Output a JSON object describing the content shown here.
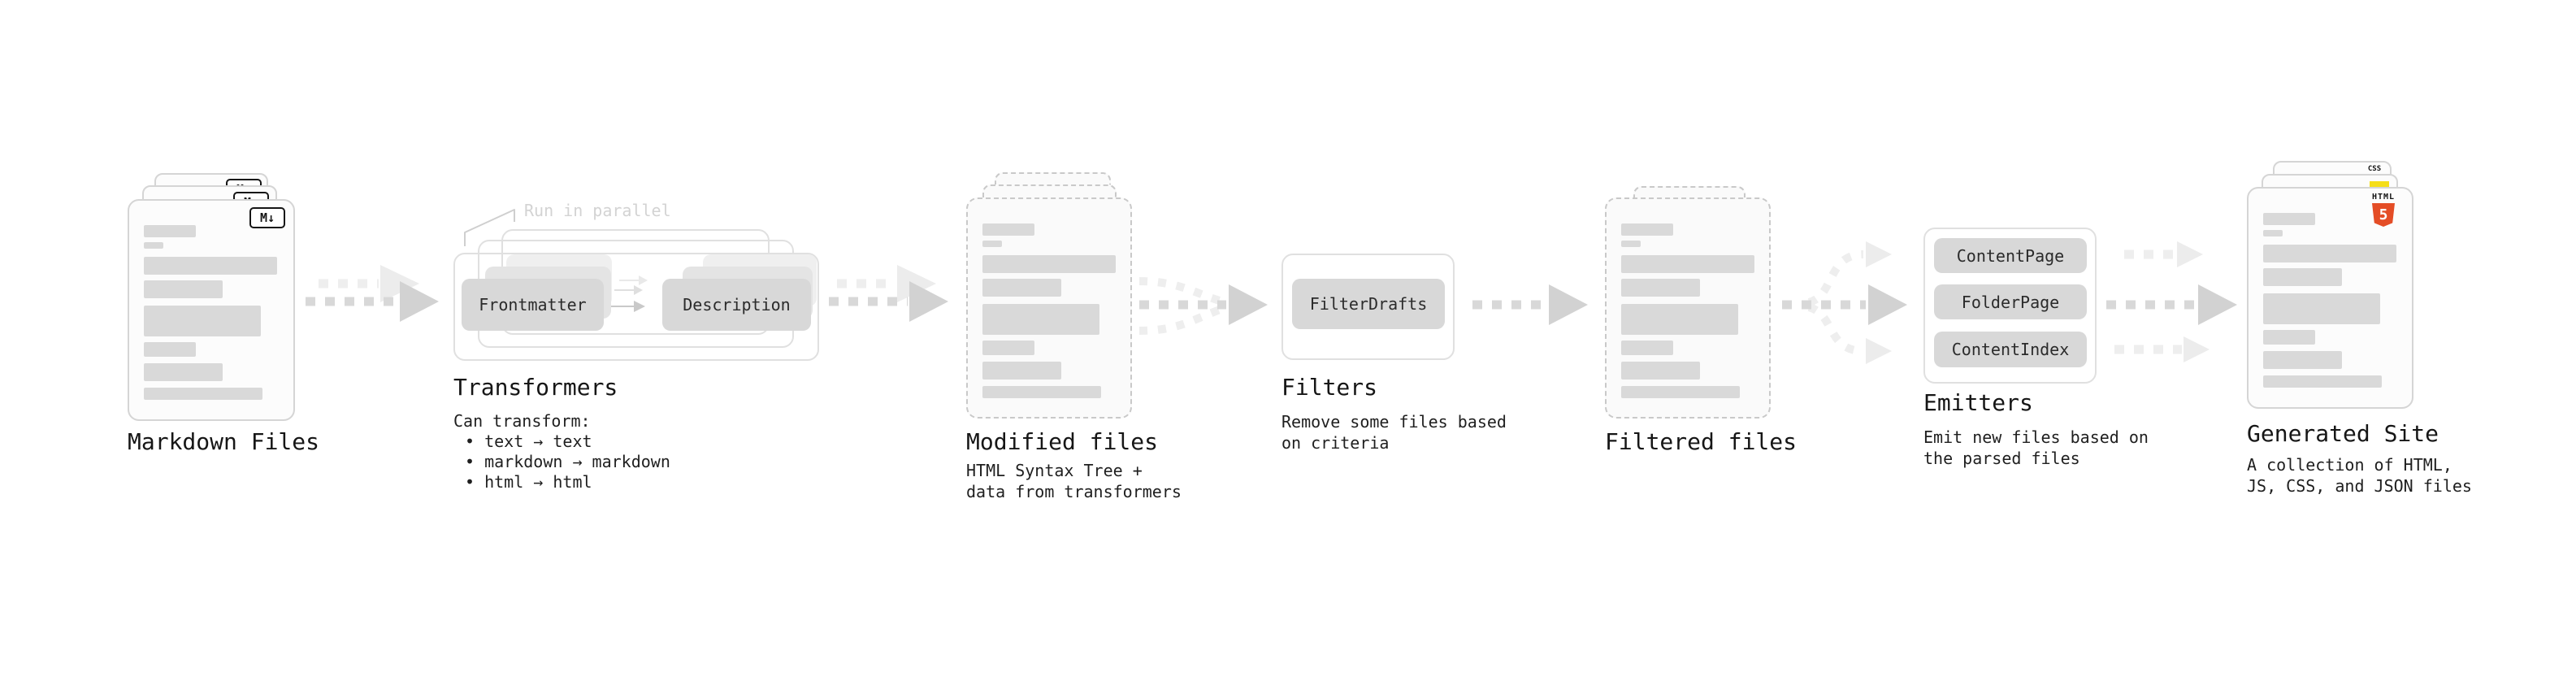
{
  "colors": {
    "title_text": "#161616",
    "body_text": "#1f1f1f",
    "muted_annotation": "#d3d3d3",
    "pill_fill": "#d8d8d8",
    "pill_text": "#2b2b2b",
    "bar_fill": "#d9d9d9",
    "card_border": "#d5d5d5",
    "dashed_border": "#c9c9c9",
    "arrow_dark": "#d8d8d8",
    "arrow_dark_head": "#d2d2d2",
    "arrow_light": "#eeeeee",
    "arrow_light_head": "#ececec",
    "html5_orange": "#e44d26",
    "js_yellow": "#f5de19",
    "css_blue": "#2965f1",
    "badge_black": "#151515"
  },
  "stages": {
    "markdown": {
      "title": "Markdown Files",
      "badge": "M↓"
    },
    "transformers": {
      "title": "Transformers",
      "annotation": "Run in parallel",
      "pills": [
        "Frontmatter",
        "Description"
      ],
      "desc_heading": "Can transform:",
      "bullets": [
        "• text → text",
        "• markdown → markdown",
        "• html → html"
      ]
    },
    "modified": {
      "title": "Modified files",
      "desc": "HTML Syntax Tree +\ndata from transformers"
    },
    "filters": {
      "title": "Filters",
      "pill": "FilterDrafts",
      "desc": "Remove some files based\non criteria"
    },
    "filtered": {
      "title": "Filtered files"
    },
    "emitters": {
      "title": "Emitters",
      "pills": [
        "ContentPage",
        "FolderPage",
        "ContentIndex"
      ],
      "desc": "Emit new files based on\nthe parsed files"
    },
    "generated": {
      "title": "Generated Site",
      "desc": "A collection of HTML,\nJS, CSS, and JSON files",
      "badge_html_label": "HTML",
      "badge_html_number": "5",
      "badge_css_label": "CSS"
    }
  }
}
